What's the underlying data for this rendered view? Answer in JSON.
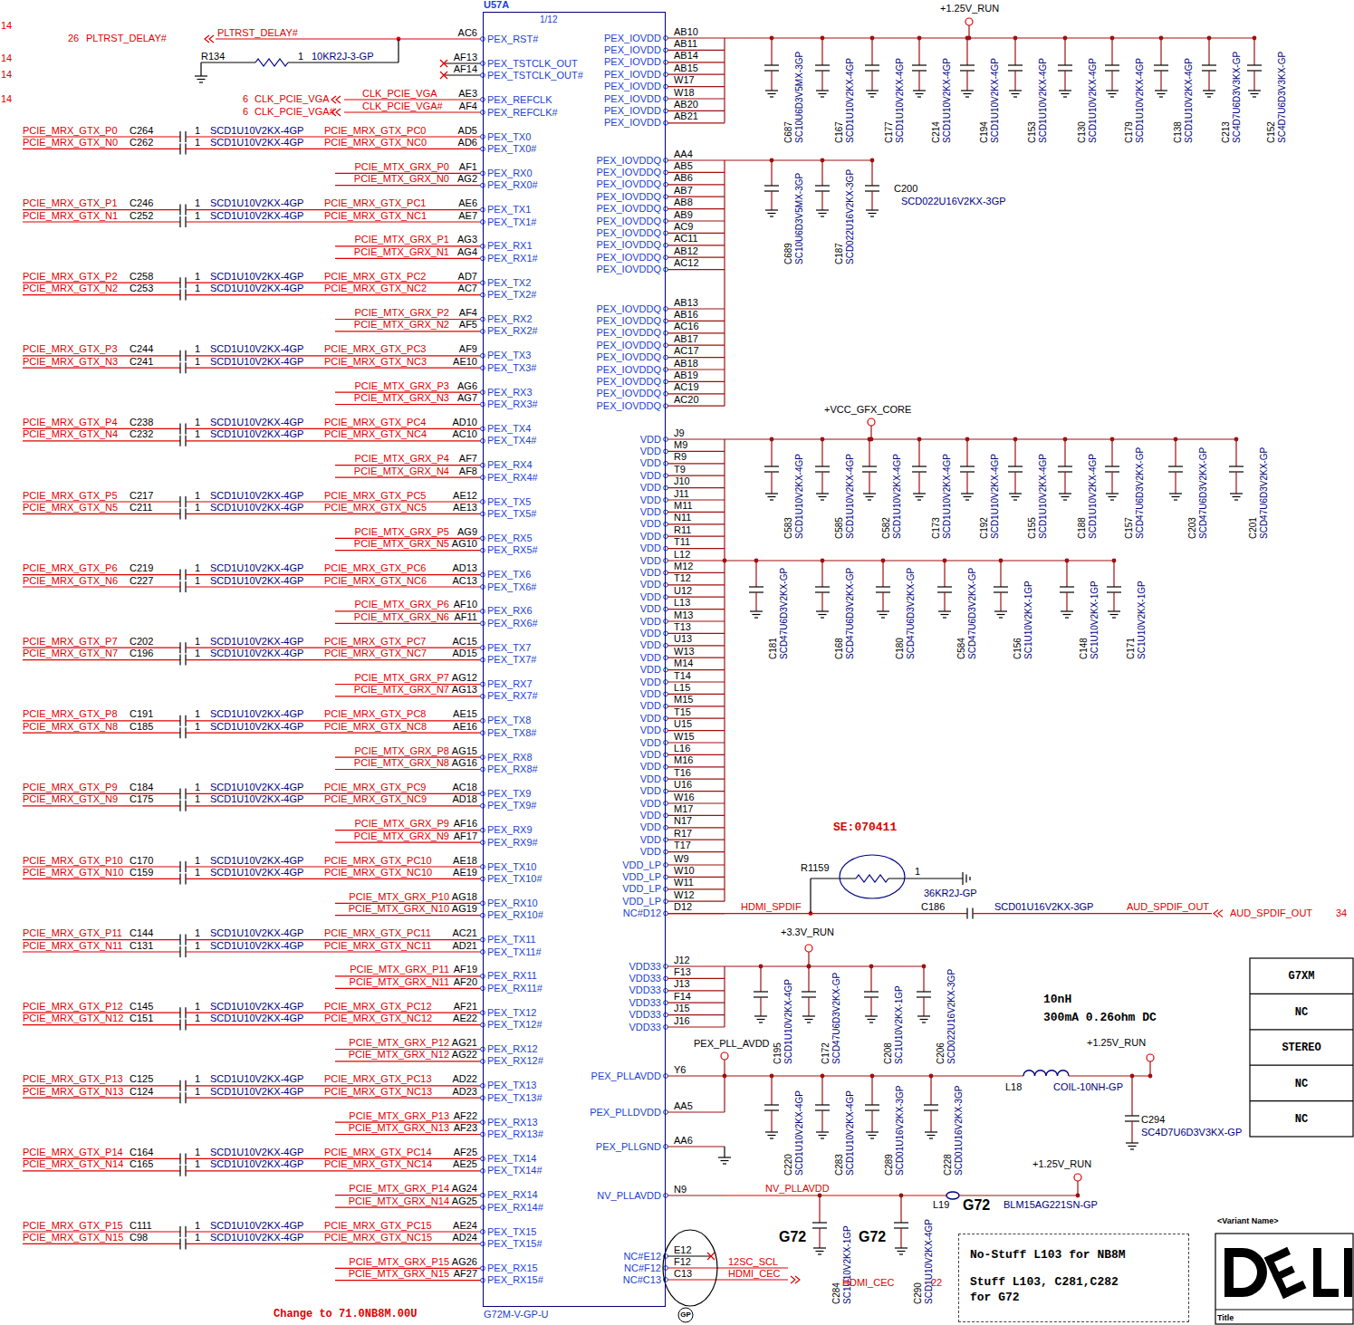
{
  "diagram": {
    "nodes": [
      {
        "text": [
          "U57A",
          "1/12",
          "G72M-V-GP-U"
        ]
      },
      {
        "text": [
          "No-Stuff L103 for NB8M",
          "Stuff L103, C281,C282 for G72"
        ]
      }
    ],
    "labels": [
      "14",
      "14",
      "14",
      "14",
      "26",
      "PLTRST_DELAY#",
      "PLTRST_DELAY#",
      "R134",
      "1",
      "10KR2J-3-GP",
      "6",
      "CLK_PCIE_VGA",
      "6",
      "CLK_PCIE_VGA#",
      "CLK_PCIE_VGA",
      "CLK_PCIE_VGA#",
      "PEX_RST#",
      "PEX_TSTCLK_OUT",
      "PEX_TSTCLK_OUT#",
      "PEX_REFCLK",
      "PEX_REFCLK#",
      "AC6",
      "AF13",
      "AF14",
      "AE3",
      "AF4",
      "PEX_TX0",
      "PEX_TX0#",
      "PEX_RX0",
      "PEX_RX0#",
      "PEX_TX1",
      "PEX_TX1#",
      "PEX_RX1",
      "PEX_RX1#",
      "PEX_TX2",
      "PEX_TX2#",
      "PEX_RX2",
      "PEX_RX2#",
      "PEX_TX3",
      "PEX_TX3#",
      "PEX_RX3",
      "PEX_RX3#",
      "PEX_TX4",
      "PEX_TX4#",
      "PEX_RX4",
      "PEX_RX4#",
      "PEX_TX5",
      "PEX_TX5#",
      "PEX_RX5",
      "PEX_RX5#",
      "PEX_TX6",
      "PEX_TX6#",
      "PEX_RX6",
      "PEX_RX6#",
      "PEX_TX7",
      "PEX_TX7#",
      "PEX_RX7",
      "PEX_RX7#",
      "PEX_TX8",
      "PEX_TX8#",
      "PEX_RX8",
      "PEX_RX8#",
      "PEX_TX9",
      "PEX_TX9#",
      "PEX_RX9",
      "PEX_RX9#",
      "PEX_TX10",
      "PEX_TX10#",
      "PEX_RX10",
      "PEX_RX10#",
      "PEX_TX11",
      "PEX_TX11#",
      "PEX_RX11",
      "PEX_RX11#",
      "PEX_TX12",
      "PEX_TX12#",
      "PEX_RX12",
      "PEX_RX12#",
      "PEX_TX13",
      "PEX_TX13#",
      "PEX_RX13",
      "PEX_RX13#",
      "PEX_TX14",
      "PEX_TX14#",
      "PEX_RX14",
      "PEX_RX14#",
      "PEX_TX15",
      "PEX_TX15#",
      "PEX_RX15",
      "PEX_RX15#",
      "AD5",
      "AD6",
      "AF1",
      "AG2",
      "AE6",
      "AE7",
      "AG3",
      "AG4",
      "AD7",
      "AC7",
      "AF4",
      "AF5",
      "AF9",
      "AE10",
      "AG6",
      "AG7",
      "AD10",
      "AC10",
      "AF7",
      "AF8",
      "AE12",
      "AE13",
      "AG9",
      "AG10",
      "AD13",
      "AC13",
      "AF10",
      "AF11",
      "AC15",
      "AD15",
      "AG12",
      "AG13",
      "AE15",
      "AE16",
      "AG15",
      "AG16",
      "AC18",
      "AD18",
      "AF16",
      "AF17",
      "AE18",
      "AE19",
      "AG18",
      "AG19",
      "AC21",
      "AD21",
      "AF19",
      "AF20",
      "AF21",
      "AE22",
      "AG21",
      "AG22",
      "AD22",
      "AD23",
      "AF22",
      "AF23",
      "AF25",
      "AE25",
      "AG24",
      "AG25",
      "AE24",
      "AD24",
      "AG26",
      "AF27",
      "PCIE_MRX_GTX_PC0",
      "PCIE_MRX_GTX_NC0",
      "PCIE_MRX_GTX_PC1",
      "PCIE_MRX_GTX_NC1",
      "PCIE_MRX_GTX_PC2",
      "PCIE_MRX_GTX_NC2",
      "PCIE_MRX_GTX_PC3",
      "PCIE_MRX_GTX_NC3",
      "PCIE_MRX_GTX_PC4",
      "PCIE_MRX_GTX_NC4",
      "PCIE_MRX_GTX_PC5",
      "PCIE_MRX_GTX_NC5",
      "PCIE_MRX_GTX_PC6",
      "PCIE_MRX_GTX_NC6",
      "PCIE_MRX_GTX_PC7",
      "PCIE_MRX_GTX_NC7",
      "PCIE_MRX_GTX_PC8",
      "PCIE_MRX_GTX_NC8",
      "PCIE_MRX_GTX_PC9",
      "PCIE_MRX_GTX_NC9",
      "PCIE_MRX_GTX_PC10",
      "PCIE_MRX_GTX_NC10",
      "PCIE_MRX_GTX_PC11",
      "PCIE_MRX_GTX_NC11",
      "PCIE_MRX_GTX_PC12",
      "PCIE_MRX_GTX_NC12",
      "PCIE_MRX_GTX_PC13",
      "PCIE_MRX_GTX_NC13",
      "PCIE_MRX_GTX_PC14",
      "PCIE_MRX_GTX_NC14",
      "PCIE_MRX_GTX_PC15",
      "PCIE_MRX_GTX_NC15",
      "PCIE_MTX_GRX_P0",
      "PCIE_MTX_GRX_N0",
      "PCIE_MTX_GRX_P1",
      "PCIE_MTX_GRX_N1",
      "PCIE_MTX_GRX_P2",
      "PCIE_MTX_GRX_N2",
      "PCIE_MTX_GRX_P3",
      "PCIE_MTX_GRX_N3",
      "PCIE_MTX_GRX_P4",
      "PCIE_MTX_GRX_N4",
      "PCIE_MTX_GRX_P5",
      "PCIE_MTX_GRX_N5",
      "PCIE_MTX_GRX_P6",
      "PCIE_MTX_GRX_N6",
      "PCIE_MTX_GRX_P7",
      "PCIE_MTX_GRX_N7",
      "PCIE_MTX_GRX_P8",
      "PCIE_MTX_GRX_N8",
      "PCIE_MTX_GRX_P9",
      "PCIE_MTX_GRX_N9",
      "PCIE_MTX_GRX_P10",
      "PCIE_MTX_GRX_N10",
      "PCIE_MTX_GRX_P11",
      "PCIE_MTX_GRX_N11",
      "PCIE_MTX_GRX_P12",
      "PCIE_MTX_GRX_N12",
      "PCIE_MTX_GRX_P13",
      "PCIE_MTX_GRX_N13",
      "PCIE_MTX_GRX_P14",
      "PCIE_MTX_GRX_N14",
      "PCIE_MTX_GRX_P15",
      "PCIE_MTX_GRX_N15",
      "PCIE_MRX_GTX_P0",
      "PCIE_MRX_GTX_N0",
      "PCIE_MRX_GTX_P1",
      "PCIE_MRX_GTX_N1",
      "PCIE_MRX_GTX_P2",
      "PCIE_MRX_GTX_N2",
      "PCIE_MRX_GTX_P3",
      "PCIE_MRX_GTX_N3",
      "PCIE_MRX_GTX_P4",
      "PCIE_MRX_GTX_N4",
      "PCIE_MRX_GTX_P5",
      "PCIE_MRX_GTX_N5",
      "PCIE_MRX_GTX_P6",
      "PCIE_MRX_GTX_N6",
      "PCIE_MRX_GTX_P7",
      "PCIE_MRX_GTX_N7",
      "PCIE_MRX_GTX_P8",
      "PCIE_MRX_GTX_N8",
      "PCIE_MRX_GTX_P9",
      "PCIE_MRX_GTX_N9",
      "PCIE_MRX_GTX_P10",
      "PCIE_MRX_GTX_N10",
      "PCIE_MRX_GTX_P11",
      "PCIE_MRX_GTX_N11",
      "PCIE_MRX_GTX_P12",
      "PCIE_MRX_GTX_N12",
      "PCIE_MRX_GTX_P13",
      "PCIE_MRX_GTX_N13",
      "PCIE_MRX_GTX_P14",
      "PCIE_MRX_GTX_N14",
      "PCIE_MRX_GTX_P15",
      "PCIE_MRX_GTX_N15",
      "C264",
      "C262",
      "C246",
      "C252",
      "C258",
      "C253",
      "C244",
      "C241",
      "C238",
      "C232",
      "C217",
      "C211",
      "C219",
      "C227",
      "C202",
      "C196",
      "C191",
      "C185",
      "C184",
      "C175",
      "C170",
      "C159",
      "C144",
      "C131",
      "C145",
      "C151",
      "C125",
      "C124",
      "C164",
      "C165",
      "C111",
      "C98",
      "1",
      "1",
      "1",
      "1",
      "1",
      "1",
      "1",
      "1",
      "1",
      "1",
      "1",
      "1",
      "1",
      "1",
      "1",
      "1",
      "1",
      "1",
      "1",
      "1",
      "1",
      "1",
      "1",
      "1",
      "1",
      "1",
      "1",
      "1",
      "1",
      "1",
      "1",
      "1",
      "SCD1U10V2KX-4GP",
      "SCD1U10V2KX-4GP",
      "SCD1U10V2KX-4GP",
      "SCD1U10V2KX-4GP",
      "SCD1U10V2KX-4GP",
      "SCD1U10V2KX-4GP",
      "SCD1U10V2KX-4GP",
      "SCD1U10V2KX-4GP",
      "SCD1U10V2KX-4GP",
      "SCD1U10V2KX-4GP",
      "SCD1U10V2KX-4GP",
      "SCD1U10V2KX-4GP",
      "SCD1U10V2KX-4GP",
      "SCD1U10V2KX-4GP",
      "SCD1U10V2KX-4GP",
      "SCD1U10V2KX-4GP",
      "SCD1U10V2KX-4GP",
      "SCD1U10V2KX-4GP",
      "SCD1U10V2KX-4GP",
      "SCD1U10V2KX-4GP",
      "SCD1U10V2KX-4GP",
      "SCD1U10V2KX-4GP",
      "SCD1U10V2KX-4GP",
      "SCD1U10V2KX-4GP",
      "SCD1U10V2KX-4GP",
      "SCD1U10V2KX-4GP",
      "SCD1U10V2KX-4GP",
      "SCD1U10V2KX-4GP",
      "SCD1U10V2KX-4GP",
      "SCD1U10V2KX-4GP",
      "SCD1U10V2KX-4GP",
      "SCD1U10V2KX-4GP",
      "PEX_IOVDD",
      "PEX_IOVDD",
      "PEX_IOVDD",
      "PEX_IOVDD",
      "PEX_IOVDD",
      "PEX_IOVDD",
      "PEX_IOVDD",
      "PEX_IOVDD",
      "AB10",
      "AB11",
      "AB14",
      "AB15",
      "W17",
      "W18",
      "AB20",
      "AB21",
      "PEX_IOVDDQ",
      "PEX_IOVDDQ",
      "PEX_IOVDDQ",
      "PEX_IOVDDQ",
      "PEX_IOVDDQ",
      "PEX_IOVDDQ",
      "PEX_IOVDDQ",
      "PEX_IOVDDQ",
      "PEX_IOVDDQ",
      "PEX_IOVDDQ",
      "AA4",
      "AB5",
      "AB6",
      "AB7",
      "AB8",
      "AB9",
      "AC9",
      "AC11",
      "AB12",
      "AC12",
      "PEX_IOVDDQ",
      "PEX_IOVDDQ",
      "PEX_IOVDDQ",
      "PEX_IOVDDQ",
      "PEX_IOVDDQ",
      "PEX_IOVDDQ",
      "PEX_IOVDDQ",
      "PEX_IOVDDQ",
      "PEX_IOVDDQ",
      "AB13",
      "AB16",
      "AC16",
      "AB17",
      "AC17",
      "AB18",
      "AB19",
      "AC19",
      "AC20",
      "VDD",
      "VDD",
      "VDD",
      "VDD",
      "VDD",
      "VDD",
      "VDD",
      "VDD",
      "VDD",
      "VDD",
      "VDD",
      "VDD",
      "VDD",
      "VDD",
      "VDD",
      "VDD",
      "VDD",
      "VDD",
      "VDD",
      "VDD",
      "VDD",
      "VDD",
      "VDD",
      "VDD",
      "VDD",
      "VDD",
      "VDD",
      "VDD",
      "VDD",
      "VDD",
      "VDD",
      "VDD",
      "VDD",
      "VDD",
      "VDD",
      "J9",
      "M9",
      "R9",
      "T9",
      "J10",
      "J11",
      "M11",
      "N11",
      "R11",
      "T11",
      "L12",
      "M12",
      "T12",
      "U12",
      "L13",
      "M13",
      "T13",
      "U13",
      "W13",
      "M14",
      "T14",
      "L15",
      "M15",
      "T15",
      "U15",
      "W15",
      "L16",
      "M16",
      "T16",
      "U16",
      "W16",
      "M17",
      "N17",
      "R17",
      "T17",
      "VDD_LP",
      "VDD_LP",
      "VDD_LP",
      "VDD_LP",
      "NC#D12",
      "W9",
      "W10",
      "W11",
      "W12",
      "D12",
      "VDD33",
      "VDD33",
      "VDD33",
      "VDD33",
      "VDD33",
      "VDD33",
      "J12",
      "F13",
      "J13",
      "F14",
      "J15",
      "J16",
      "PEX_PLLAVDD",
      "PEX_PLLDVDD",
      "PEX_PLLGND",
      "NV_PLLAVDD",
      "Y6",
      "AA5",
      "AA6",
      "N9",
      "NC#E12",
      "NC#F12",
      "NC#C13",
      "E12",
      "F12",
      "C13",
      "C687",
      "SC10U6D3V5MX-3GP",
      "C167",
      "SCD1U10V2KX-4GP",
      "C177",
      "SCD1U10V2KX-4GP",
      "C214",
      "SCD1U10V2KX-4GP",
      "C194",
      "SCD1U10V2KX-4GP",
      "C153",
      "SCD1U10V2KX-4GP",
      "C130",
      "SCD1U10V2KX-4GP",
      "C179",
      "SCD1U10V2KX-4GP",
      "C138",
      "SCD1U10V2KX-4GP",
      "C213",
      "SC4D7U6D3V3KX-GP",
      "C152",
      "SC4D7U6D3V3KX-GP",
      "C689",
      "SC10U6D3V5MX-3GP",
      "C187",
      "SCD022U16V2KX-3GP",
      "C583",
      "SCD1U10V2KX-4GP",
      "C585",
      "SCD1U10V2KX-4GP",
      "C582",
      "SCD1U10V2KX-4GP",
      "C173",
      "SCD1U10V2KX-4GP",
      "C192",
      "SCD1U10V2KX-4GP",
      "C155",
      "SCD1U10V2KX-4GP",
      "C188",
      "SCD1U10V2KX-4GP",
      "C157",
      "SCD47U6D3V2KX-GP",
      "C203",
      "SCD47U6D3V2KX-GP",
      "C201",
      "SCD47U6D3V2KX-GP",
      "C181",
      "SCD47U6D3V2KX-GP",
      "C168",
      "SCD47U6D3V2KX-GP",
      "C180",
      "SCD47U6D3V2KX-GP",
      "C584",
      "SCD47U6D3V2KX-GP",
      "C156",
      "SC1U10V2KX-1GP",
      "C148",
      "SC1U10V2KX-1GP",
      "C171",
      "SC1U10V2KX-1GP",
      "C195",
      "SCD1U10V2KX-4GP",
      "C172",
      "SCD47U6D3V2KX-GP",
      "C208",
      "SC1U10V2KX-1GP",
      "C206",
      "SCD022U16V2KX-3GP",
      "C220",
      "SCD1U10V2KX-4GP",
      "C283",
      "SCD1U10V2KX-4GP",
      "C289",
      "SCD01U16V2KX-3GP",
      "C228",
      "SCD01U16V2KX-3GP",
      "C284",
      "SC1U10V2KX-1GP",
      "C290",
      "SCD1U10V2KX-4GP",
      "+1.25V_RUN",
      "C200",
      "SCD022U16V2KX-3GP",
      "+VCC_GFX_CORE",
      "SE:070411",
      "R1159",
      "1",
      "36KR2J-GP",
      "HDMI_SPDIF",
      "C186",
      "SCD01U16V2KX-3GP",
      "AUD_SPDIF_OUT",
      "AUD_SPDIF_OUT",
      "34",
      "+3.3V_RUN",
      "10nH",
      "300mA 0.26ohm DC",
      "+1.25V_RUN",
      "PEX_PLL_AVDD",
      "L18",
      "COIL-10NH-GP",
      "C294",
      "SC4D7U6D3V3KX-GP",
      "G7XM",
      "NC",
      "STEREO",
      "NC",
      "NC",
      "+1.25V_RUN",
      "NV_PLLAVDD",
      "L19",
      "G72",
      "BLM15AG221SN-GP",
      "G72",
      "G72",
      "12SC_SCL",
      "HDMI_CEC",
      "HDMI_CEC",
      "22",
      "<Variant Name>",
      "Title",
      "Change to 71.0NB8M.00U",
      "GP"
    ]
  }
}
